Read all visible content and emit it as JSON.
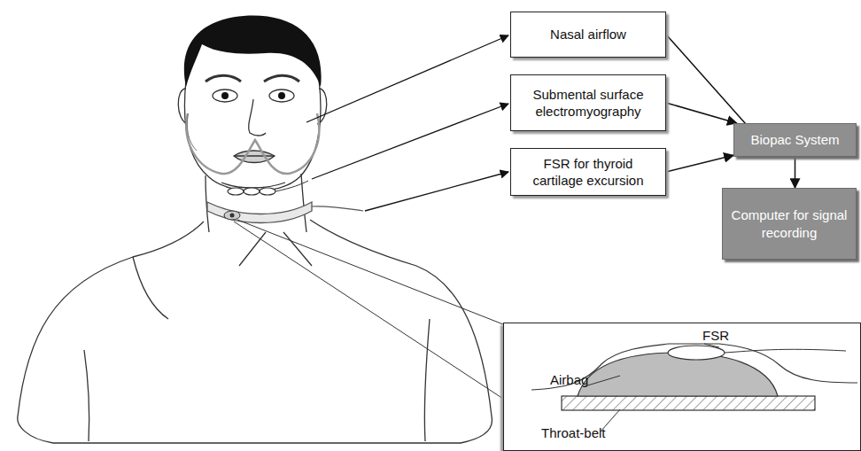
{
  "diagram": {
    "nodes": [
      {
        "text": [
          "Nasal airflow"
        ]
      },
      {
        "text": [
          "Submental surface electromyography"
        ]
      },
      {
        "text": [
          "FSR for thyroid cartilage excursion"
        ]
      },
      {
        "text": [
          "Biopac System"
        ]
      },
      {
        "text": [
          "Computer for signal recording"
        ]
      },
      {
        "text": [
          "FSR",
          "Airbag",
          "Throat-belt"
        ]
      }
    ],
    "edges": [
      {
        "from": 0,
        "to": 3,
        "arrow": "to"
      },
      {
        "from": 1,
        "to": 3,
        "arrow": "to"
      },
      {
        "from": 2,
        "to": 3,
        "arrow": "to"
      },
      {
        "from": 3,
        "to": 4,
        "arrow": "to"
      }
    ]
  }
}
